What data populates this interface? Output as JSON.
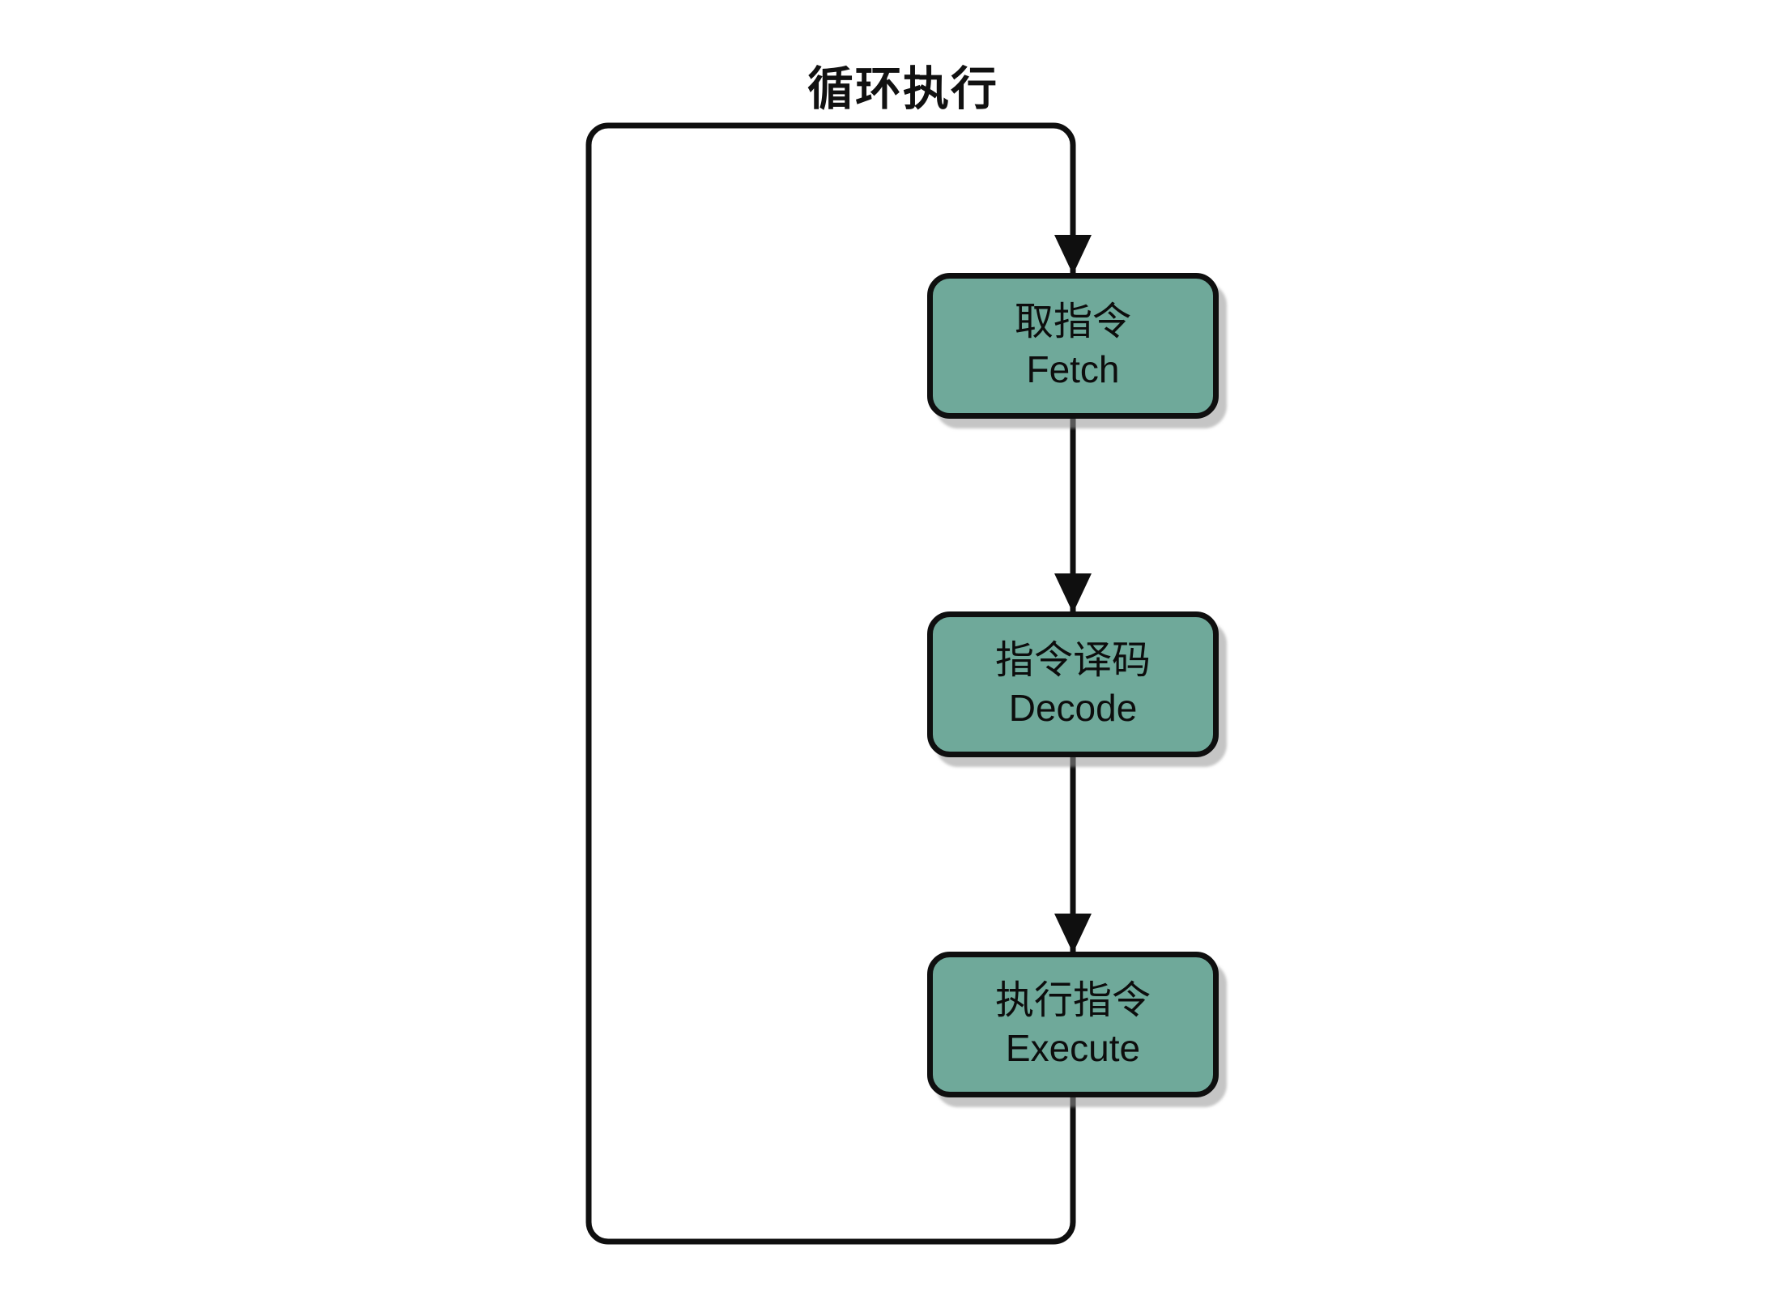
{
  "diagram": {
    "title": "循环执行",
    "nodes": [
      {
        "id": "fetch",
        "label_zh": "取指令",
        "label_en": "Fetch"
      },
      {
        "id": "decode",
        "label_zh": "指令译码",
        "label_en": "Decode"
      },
      {
        "id": "execute",
        "label_zh": "执行指令",
        "label_en": "Execute"
      }
    ],
    "edges": [
      {
        "from": "fetch",
        "to": "decode"
      },
      {
        "from": "decode",
        "to": "execute"
      },
      {
        "from": "execute",
        "to": "fetch",
        "note": "loop-back"
      }
    ],
    "colors": {
      "background": "#FFFFFF",
      "node_fill": "#6FA99A",
      "stroke": "#0F0F0F",
      "shadow": "#BDBDBD"
    }
  }
}
